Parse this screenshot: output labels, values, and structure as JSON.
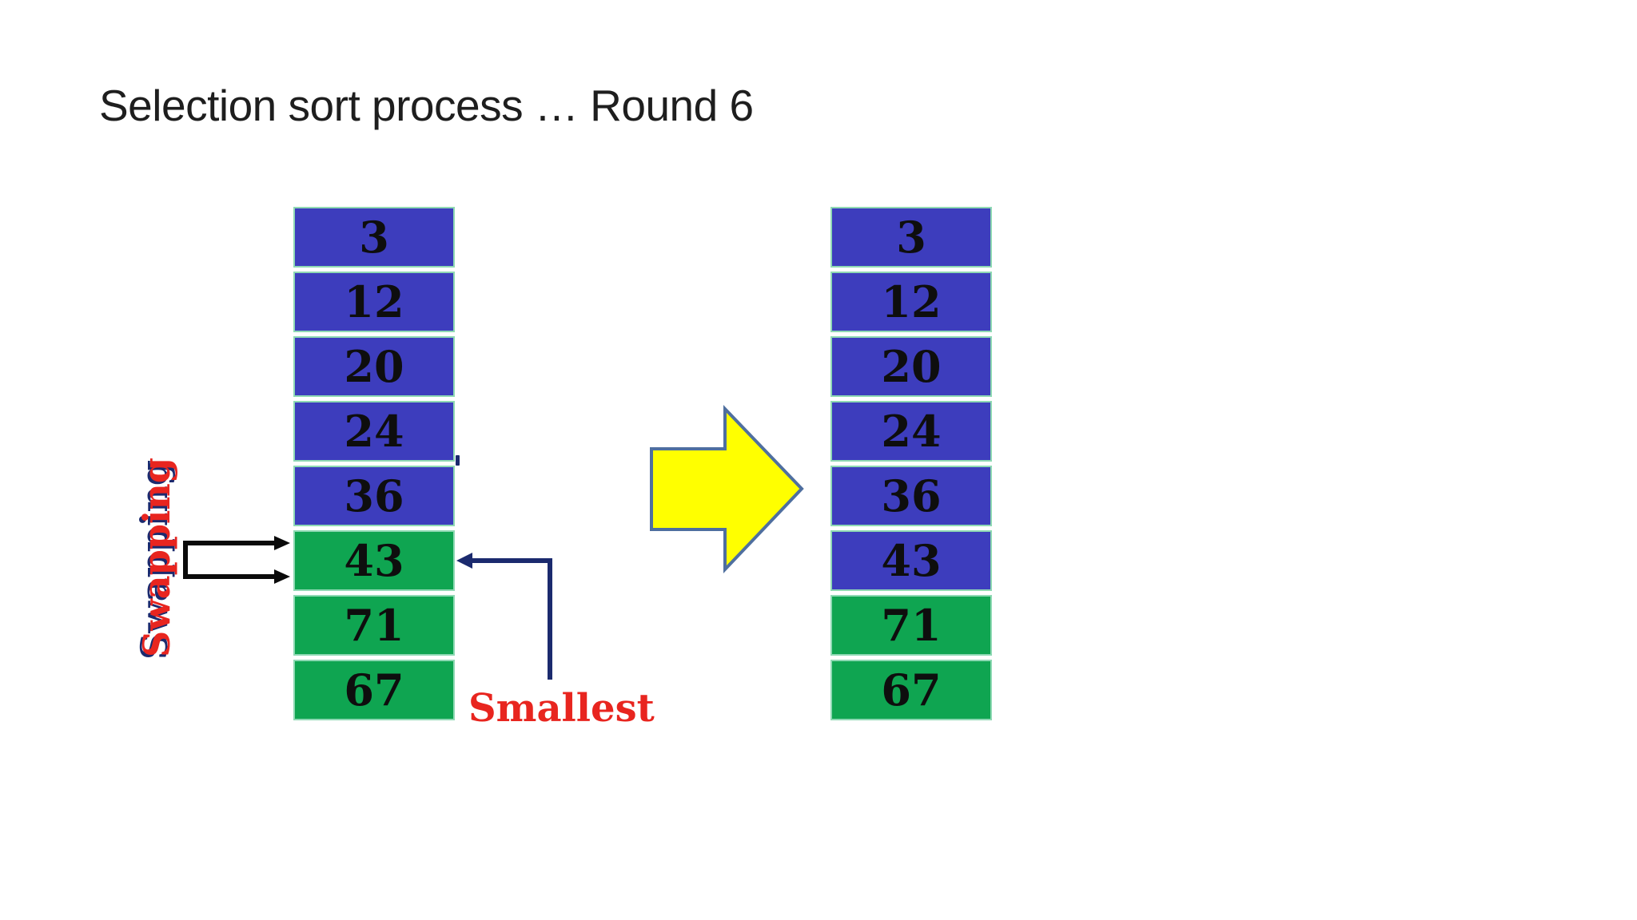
{
  "slide": {
    "title": "Selection sort process … Round 6"
  },
  "labels": {
    "swapping": "Swapping",
    "smallest": "Smallest"
  },
  "arrays": {
    "left": {
      "description": "array before swap",
      "cells": [
        {
          "value": "3",
          "state": "sorted"
        },
        {
          "value": "12",
          "state": "sorted"
        },
        {
          "value": "20",
          "state": "sorted"
        },
        {
          "value": "24",
          "state": "sorted"
        },
        {
          "value": "36",
          "state": "sorted"
        },
        {
          "value": "43",
          "state": "unsorted"
        },
        {
          "value": "71",
          "state": "unsorted"
        },
        {
          "value": "67",
          "state": "unsorted"
        }
      ]
    },
    "right": {
      "description": "array after round 6",
      "cells": [
        {
          "value": "3",
          "state": "sorted"
        },
        {
          "value": "12",
          "state": "sorted"
        },
        {
          "value": "20",
          "state": "sorted"
        },
        {
          "value": "24",
          "state": "sorted"
        },
        {
          "value": "36",
          "state": "sorted"
        },
        {
          "value": "43",
          "state": "sorted"
        },
        {
          "value": "71",
          "state": "unsorted"
        },
        {
          "value": "67",
          "state": "unsorted"
        }
      ]
    }
  },
  "icons": {
    "transition": "yellow-right-block-arrow",
    "swap_pair": "double-right-arrow-bracket",
    "smallest_pointer": "left-elbow-arrow"
  },
  "colors": {
    "blue_cell": "#3d3dbd",
    "green_cell": "#0fa551",
    "cell_border": "#8fd9b4",
    "red_label": "#e8251f",
    "navy_arrow": "#1b2a6e",
    "black_arrow": "#0a0a0a",
    "yellow_fill": "#ffff00",
    "yellow_stroke": "#4f6f9f"
  }
}
